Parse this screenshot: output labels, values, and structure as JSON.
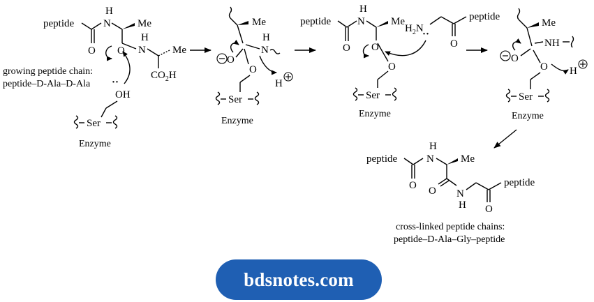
{
  "structure1": {
    "peptide": "peptide",
    "nh_h": "H",
    "nh_n": "N",
    "me": "Me",
    "o_top": "O",
    "o_mid": "O",
    "n2_h": "H",
    "n2_n": "N",
    "me2": "Me",
    "co2h": "CO",
    "co2h_sub": "2",
    "co2h_h": "H",
    "chain_line1": "growing peptide chain:",
    "chain_line2": "peptide–D-Ala–D-Ala",
    "oh": "OH",
    "lone_pair": "··",
    "ser": "Ser",
    "enzyme": "Enzyme"
  },
  "structure2": {
    "me": "Me",
    "h": "H",
    "n": "N",
    "ominus": "O",
    "o_ring": "O",
    "hplus": "H",
    "ser": "Ser",
    "enzyme": "Enzyme"
  },
  "structure3": {
    "peptide": "peptide",
    "nh_h": "H",
    "nh_n": "N",
    "me": "Me",
    "o_top": "O",
    "o_mid": "O",
    "o_ester": "O",
    "h2n": "H",
    "h2n_sub": "2",
    "h2n_n": "N",
    "gly_o": "O",
    "peptide2": "peptide",
    "ser": "Ser",
    "enzyme": "Enzyme"
  },
  "structure4": {
    "me": "Me",
    "nh": "NH",
    "ominus": "O",
    "o_ring": "O",
    "hplus": "H",
    "ser": "Ser",
    "enzyme": "Enzyme"
  },
  "product": {
    "peptide": "peptide",
    "nh_h": "H",
    "nh_n": "N",
    "me": "Me",
    "o1": "O",
    "o2": "O",
    "n_h": "H",
    "n_n": "N",
    "o3": "O",
    "peptide2": "peptide",
    "caption_line1": "cross-linked peptide chains:",
    "caption_line2": "peptide–D-Ala–Gly–peptide"
  },
  "watermark": "bdsnotes.com"
}
